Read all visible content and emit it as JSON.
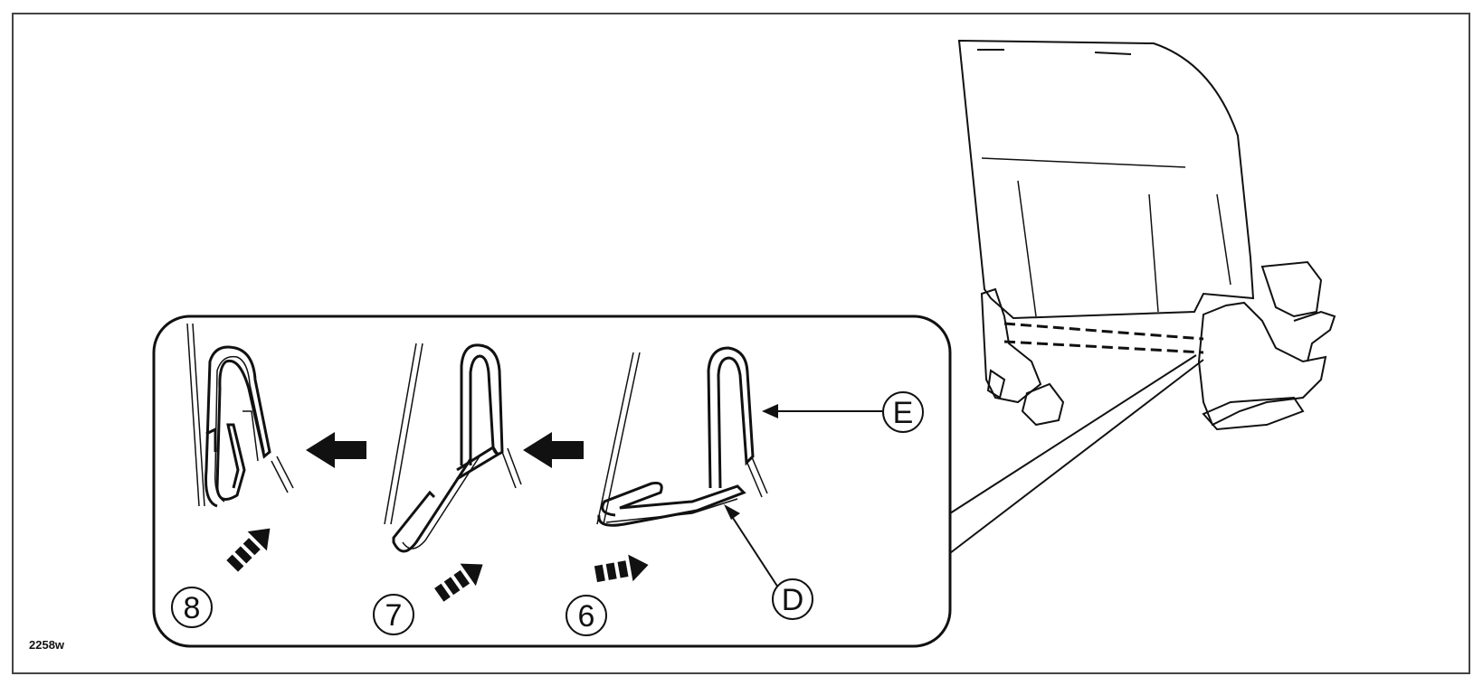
{
  "figure": {
    "code": "2258w",
    "colors": {
      "ink": "#111111",
      "paper": "#ffffff"
    }
  },
  "callouts": {
    "d": "D",
    "e": "E"
  },
  "steps": [
    {
      "number": "8"
    },
    {
      "number": "7"
    },
    {
      "number": "6"
    }
  ]
}
